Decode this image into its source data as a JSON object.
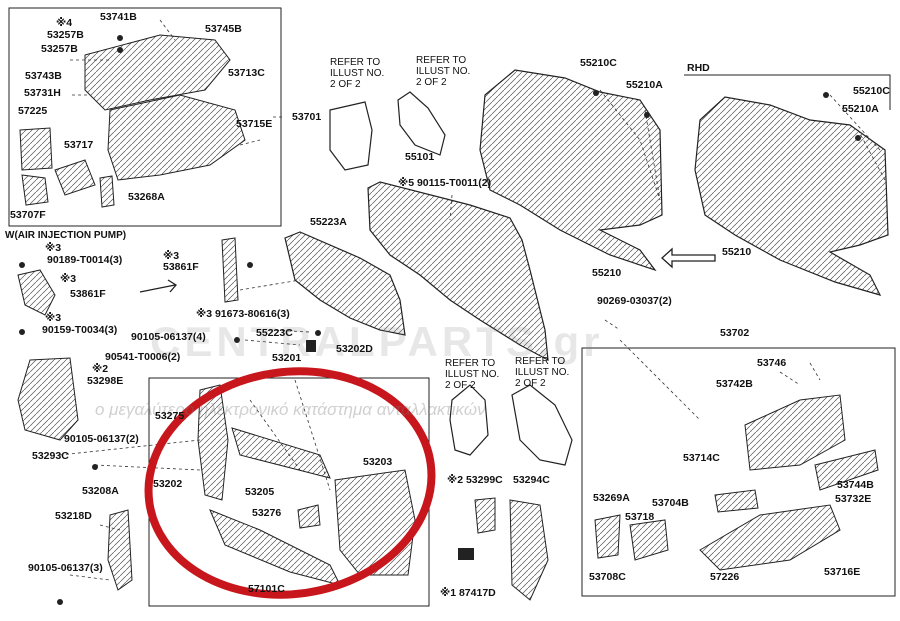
{
  "watermark": {
    "site": "CENTRALPARTS.gr",
    "tagline": "ο μεγαλύτερο ηλεκτρονικό κατάστημα ανταλλακτικών"
  },
  "headers": {
    "rhd": "RHD",
    "air_pump": "W(AIR INJECTION PUMP)"
  },
  "refer_notes": [
    "REFER TO\nILLUST NO.\n2 OF 2",
    "REFER TO\nILLUST NO.\n2 OF 2",
    "REFER TO\nILLUST NO.\n2 OF 2",
    "REFER TO\nILLUST NO.\n2 OF 2"
  ],
  "labels": {
    "l53741B": "53741B",
    "l53745B": "53745B",
    "l4": "※4",
    "l53257B_1": "53257B",
    "l53257B_2": "53257B",
    "l53743B": "53743B",
    "l53713C": "53713C",
    "l53731H": "53731H",
    "l57225": "57225",
    "l53715E": "53715E",
    "l53701": "53701",
    "l53717": "53717",
    "l53268A": "53268A",
    "l53707F": "53707F",
    "l55101": "55101",
    "l90115": "※5 90115-T0011(2)",
    "l55210C_L": "55210C",
    "l55210A_L": "55210A",
    "l55210C_R": "55210C",
    "l55210A_R": "55210A",
    "l55210_L": "55210",
    "l55210_R": "55210",
    "l55223A": "55223A",
    "l3a": "※3",
    "l90189": "90189-T0014(3)",
    "l3b": "※3",
    "l53861F_L": "53861F",
    "l3c": "※3",
    "l90159": "90159-T0034(3)",
    "l53861F_C": "※3\n53861F",
    "l91673": "※3 91673-80616(3)",
    "l55223C": "55223C",
    "l90105_a": "90105-06137(4)",
    "l53202D": "53202D",
    "l90269": "90269-03037(2)",
    "l53702": "53702",
    "l90541": "90541-T0006(2)",
    "l2": "※2",
    "l53298E": "53298E",
    "l53201": "53201",
    "l53746": "53746",
    "l53742B": "53742B",
    "l53275": "53275",
    "l90105_b": "90105-06137(2)",
    "l53293C": "53293C",
    "l53202": "53202",
    "l53205": "53205",
    "l53203": "53203",
    "l53299C": "※2 53299C",
    "l53294C": "53294C",
    "l53714C": "53714C",
    "l53744B": "53744B",
    "l53732E": "53732E",
    "l53208A": "53208A",
    "l53276": "53276",
    "l53269A": "53269A",
    "l53704B": "53704B",
    "l53218D": "53218D",
    "l53718": "53718",
    "l90105_c": "90105-06137(3)",
    "l53708C": "53708C",
    "l57226": "57226",
    "l53716E": "53716E",
    "l57101C": "57101C",
    "l87417D": "※1 87417D"
  },
  "colors": {
    "highlight": "#c8161d",
    "line": "#222222"
  }
}
